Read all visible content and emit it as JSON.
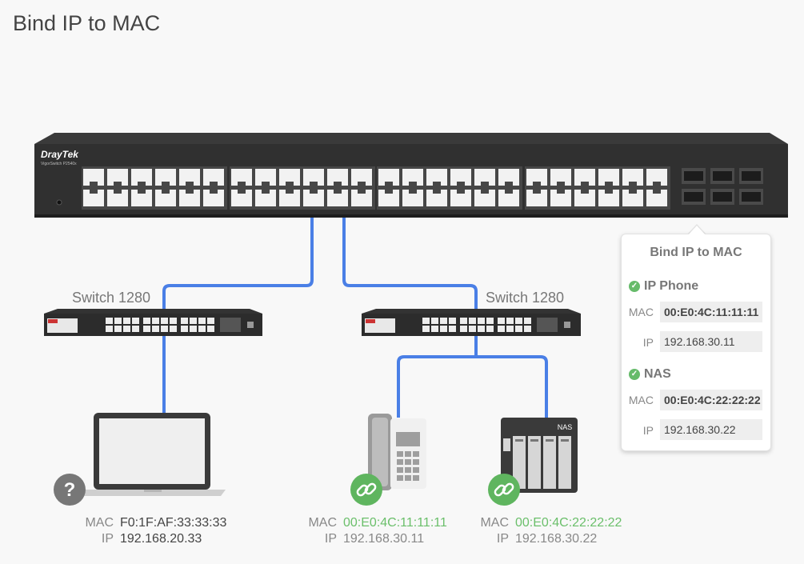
{
  "title": "Bind IP to MAC",
  "main_switch": {
    "brand": "DrayTek",
    "model": "VigorSwitch P2540x"
  },
  "switches": [
    {
      "label": "Switch 1280"
    },
    {
      "label": "Switch 1280"
    }
  ],
  "popup": {
    "title": "Bind IP to MAC",
    "devices": [
      {
        "name": "IP Phone",
        "mac_key": "MAC",
        "mac": "00:E0:4C:11:11:11",
        "ip_key": "IP",
        "ip": "192.168.30.11"
      },
      {
        "name": "NAS",
        "mac_key": "MAC",
        "mac": "00:E0:4C:22:22:22",
        "ip_key": "IP",
        "ip": "192.168.30.22"
      }
    ]
  },
  "endpoints": {
    "laptop": {
      "mac_key": "MAC",
      "mac": "F0:1F:AF:33:33:33",
      "ip_key": "IP",
      "ip": "192.168.20.33",
      "status_icon": "question-icon"
    },
    "phone": {
      "mac_key": "MAC",
      "mac": "00:E0:4C:11:11:11",
      "ip_key": "IP",
      "ip": "192.168.30.11",
      "status_icon": "link-icon"
    },
    "nas": {
      "mac_key": "MAC",
      "mac": "00:E0:4C:22:22:22",
      "ip_key": "IP",
      "ip": "192.168.30.22",
      "status_icon": "link-icon",
      "device_label": "NAS"
    }
  },
  "colors": {
    "cable": "#4a7fe6",
    "bound_green": "#6bbf6b",
    "switch_body": "#2e2e2e",
    "unknown_gray": "#777777"
  }
}
